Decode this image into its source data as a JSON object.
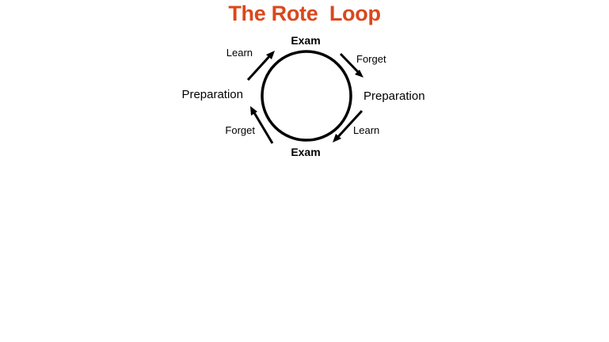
{
  "title": "The Rote  Loop",
  "colors": {
    "title": "#d9481c",
    "diagram": "#000000",
    "background": "#ffffff"
  },
  "nodes": {
    "top": "Exam",
    "right": "Preparation",
    "bottom": "Exam",
    "left": "Preparation"
  },
  "edges": [
    {
      "from": "top",
      "to": "right",
      "label": "Forget"
    },
    {
      "from": "right",
      "to": "bottom",
      "label": "Learn"
    },
    {
      "from": "bottom",
      "to": "left",
      "label": "Forget"
    },
    {
      "from": "left",
      "to": "top",
      "label": "Learn"
    }
  ]
}
